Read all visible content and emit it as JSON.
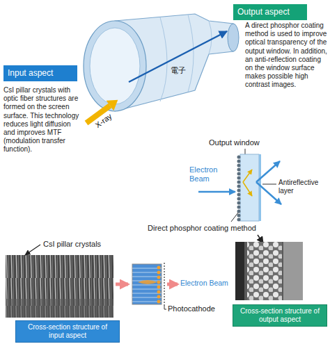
{
  "diagram": {
    "nodes": [
      {
        "text": [
          "Input aspect"
        ]
      },
      {
        "text": [
          "Output aspect"
        ]
      },
      {
        "text": [
          "Cross-section structure of input aspect"
        ]
      },
      {
        "text": [
          "Cross-section structure of output aspect"
        ]
      }
    ],
    "labels": [
      "X-ray",
      "電子",
      "CsI pillar crystals with optic fiber structures are formed on the screen surface. This technology reduces light diffusion and improves MTF (modulation transfer function).",
      "A direct phosphor coating method is used to improve optical transparency of the output window. In addition, an anti-reflection coating on the window surface makes possible high contrast images.",
      "Output window",
      "Electron Beam",
      "Antireflective layer",
      "Direct phosphor coating method",
      "CsI pillar crystals",
      "Electron Beam",
      "Photocathode"
    ]
  }
}
